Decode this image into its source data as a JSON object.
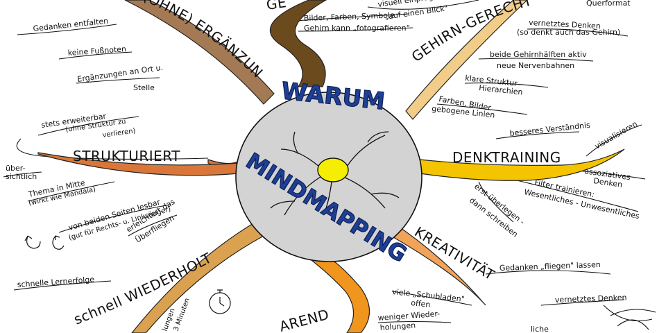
{
  "center": {
    "title_top": "WARUM",
    "title_bottom": "MINDMAPPING",
    "disc_color": "#d3d3d3",
    "title_color": "#1f3f95",
    "core_color": "#f5ee00"
  },
  "branches": {
    "ergaenzungen": {
      "label": "(OHNE) ERGÄNZUNGEN",
      "color": "#a47a55",
      "notes": [
        "Gedanken entfalten",
        "keine Fußnoten",
        "Ergänzungen an Ort u.",
        "Stelle"
      ]
    },
    "top_partial": {
      "label": "GE",
      "color": "#6b4a1e",
      "notes": [
        "Bilder, Farben, Symbole",
        "Gehirn kann „fotografieren\"",
        "visuell einprägsam",
        "„auf einen Blick\""
      ]
    },
    "gehirn": {
      "label": "GEHIRN-GERECHT",
      "color": "#f2cd8a",
      "notes": [
        "Querformat",
        "vernetztes Denken",
        "(so denkt auch das Gehirn)",
        "beide Gehirnhälften aktiv",
        "neue Nervenbahnen",
        "klare Struktur",
        "Hierarchien",
        "Farben, Bilder",
        "gebogene Linien"
      ]
    },
    "strukturiert": {
      "label": "STRUKTURIERT",
      "color": "#d9773a",
      "notes": [
        "stets erweiterbar",
        "(ohne Struktur zu",
        "verlieren)",
        "über-",
        "sichtlich",
        "Thema in Mitte",
        "(wirkt wie Mandala)",
        "von beiden Seiten lesbar",
        "(gut für Rechts- u. Linksäuger)",
        "erleichtert das",
        "Überfliegen"
      ]
    },
    "denktraining": {
      "label": "DENKTRAINING",
      "color": "#f5c400",
      "notes": [
        "besseres Verständnis",
        "visualisieren",
        "assoziatives",
        "Denken",
        "Filter trainieren:",
        "Wesentliches - Unwesentliches",
        "erst überlegen -",
        "dann schreiben"
      ]
    },
    "wiederholt": {
      "label": "schnell WIEDERHOLT",
      "color": "#d9a150",
      "notes": [
        "schnelle Lernerfolge",
        "lungen",
        "3 Minuten"
      ]
    },
    "bottom_partial": {
      "label": "AREND",
      "color": "#f0951e",
      "notes": [
        "weniger Wieder-",
        "holungen"
      ]
    },
    "kreativitaet": {
      "label": "KREATIVITÄT",
      "color": "#f2a35a",
      "notes": [
        "Gedanken „fliegen\" lassen",
        "viele „Schubladen\"",
        "offen",
        "vernetztes Denken",
        "liche"
      ]
    }
  }
}
